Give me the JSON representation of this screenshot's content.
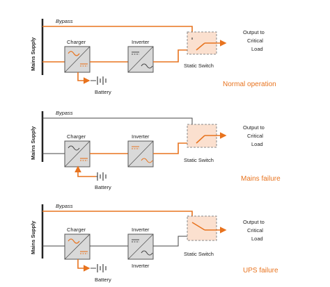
{
  "colors": {
    "power_path": "#e8731e",
    "line": "#444444",
    "switch_fill": "#fbe0cf",
    "box_fill": "#d9d9d9"
  },
  "panels": [
    {
      "mains_label": "Mains Supply",
      "bypass_label": "Bypass",
      "charger_label": "Charger",
      "inverter_label": "Inverter",
      "battery_label": "Battery",
      "static_switch_label": "Static Switch",
      "output_label": [
        "Output to",
        "Critical",
        "Load"
      ],
      "status_label": "Normal operation"
    },
    {
      "mains_label": "Mains Supply",
      "bypass_label": "Bypass",
      "charger_label": "Charger",
      "inverter_label": "Inverter",
      "battery_label": "Battery",
      "static_switch_label": "Static Switch",
      "output_label": [
        "Output to",
        "Critical",
        "Load"
      ],
      "status_label": "Mains failure"
    },
    {
      "mains_label": "Mains Supply",
      "bypass_label": "Bypass",
      "charger_label": "Charger",
      "inverter_label": "Inverter",
      "inverter2_label": "Inverter",
      "battery_label": "Battery",
      "static_switch_label": "Static Switch",
      "output_label": [
        "Output to",
        "Critical",
        "Load"
      ],
      "status_label": "UPS failure"
    }
  ]
}
